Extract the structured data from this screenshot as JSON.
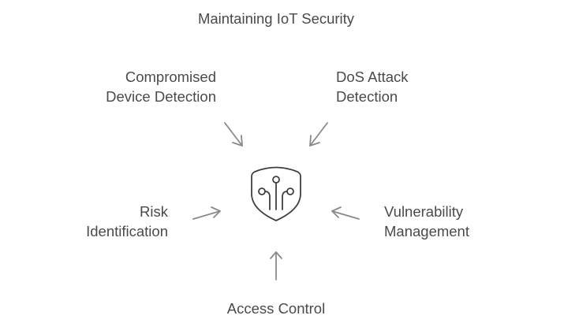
{
  "title": "Maintaining IoT Security",
  "center_icon": "shield-circuit-icon",
  "nodes": {
    "compromised": {
      "line1": "Compromised",
      "line2": "Device Detection"
    },
    "dos": {
      "line1": "DoS Attack",
      "line2": "Detection"
    },
    "risk": {
      "line1": "Risk",
      "line2": "Identification"
    },
    "vulnerability": {
      "line1": "Vulnerability",
      "line2": "Management"
    },
    "access": {
      "line1": "Access Control"
    }
  },
  "colors": {
    "text": "#4a4a4a",
    "arrow": "#8a8a8a",
    "icon": "#3f3f3f",
    "background": "#ffffff"
  }
}
